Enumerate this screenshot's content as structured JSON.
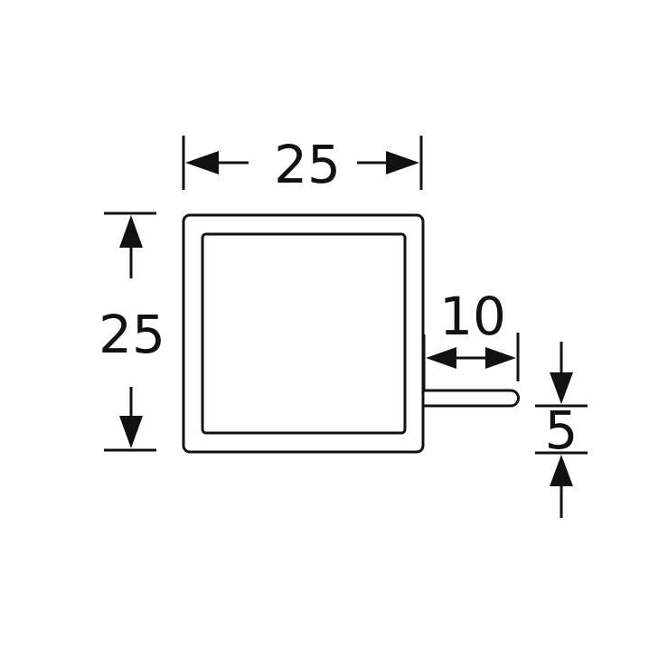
{
  "profile": {
    "width_label": "25",
    "height_label": "25",
    "fin_length_label": "10",
    "fin_thickness_label": "5"
  },
  "colors": {
    "line": "#111111",
    "background": "#ffffff"
  }
}
